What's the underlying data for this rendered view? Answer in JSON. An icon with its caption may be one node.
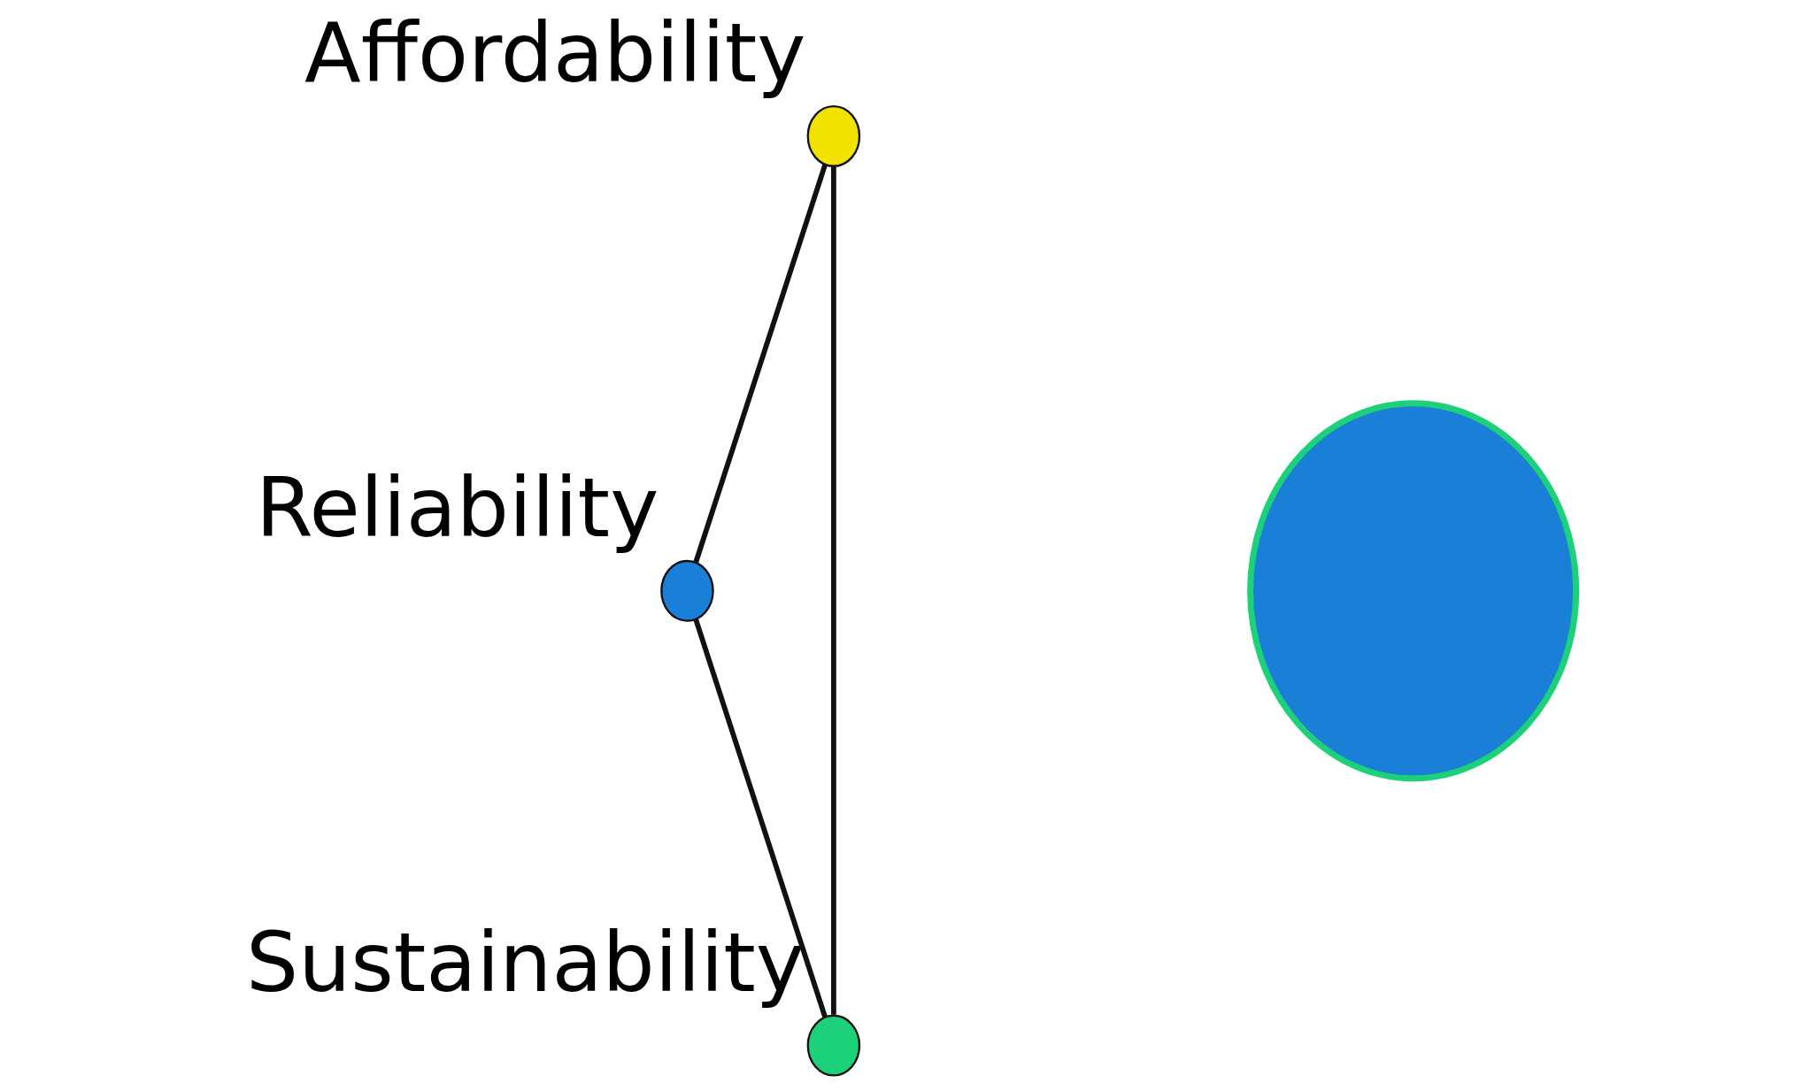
{
  "diagram": {
    "nodes": [
      {
        "text": [],
        "shape": "circle",
        "beside": [
          "Affordability"
        ]
      },
      {
        "text": [],
        "shape": "circle",
        "beside": [
          "Reliability"
        ]
      },
      {
        "text": [],
        "shape": "circle",
        "beside": [
          "Sustainability"
        ]
      },
      {
        "text": [],
        "shape": "circle"
      }
    ],
    "edges": [
      {
        "from": 0,
        "to": 1,
        "arrow": "none"
      },
      {
        "from": 0,
        "to": 2,
        "arrow": "none"
      },
      {
        "from": 1,
        "to": 2,
        "arrow": "none"
      }
    ]
  }
}
